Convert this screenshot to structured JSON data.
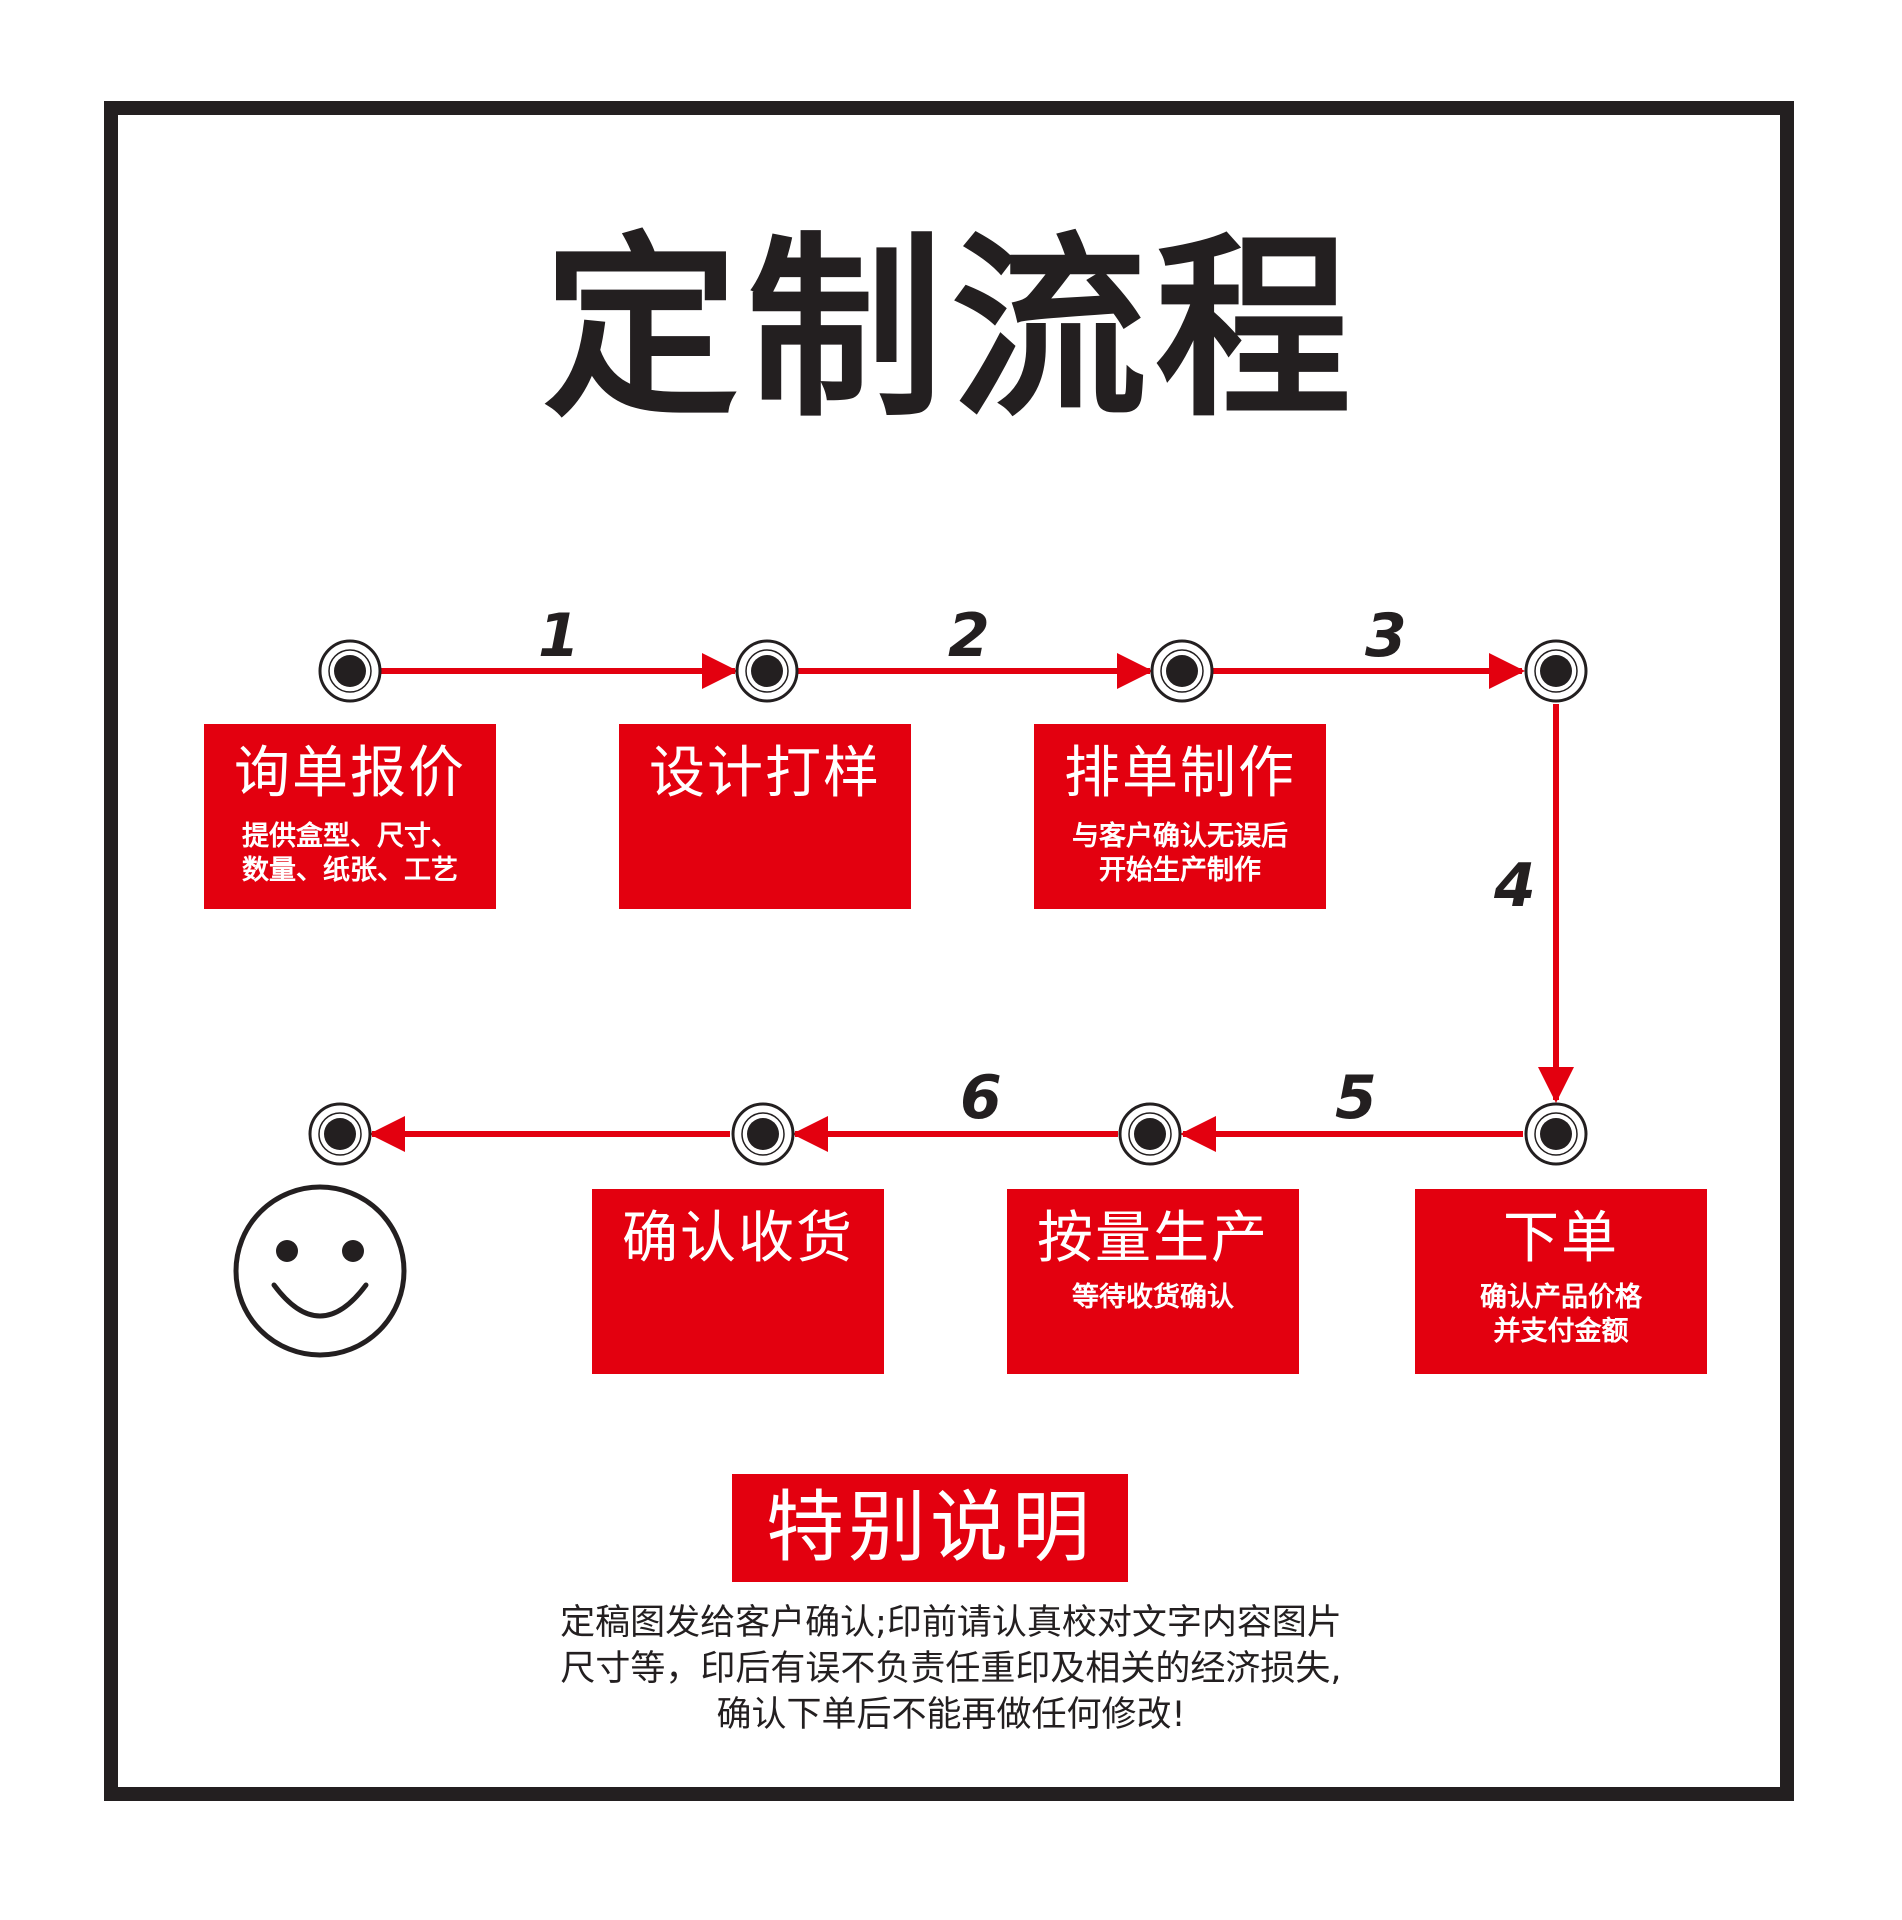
{
  "title": "定制流程",
  "steps": [
    {
      "num": "1",
      "title": "询单报价",
      "desc": "提供盒型、尺寸、\n数量、纸张、工艺"
    },
    {
      "num": "2",
      "title": "设计打样",
      "desc": ""
    },
    {
      "num": "3",
      "title": "排单制作",
      "desc": "与客户确认无误后\n开始生产制作"
    },
    {
      "num": "4",
      "title": "下单",
      "desc": "确认产品价格\n并支付金额"
    },
    {
      "num": "5",
      "title": "按量生产",
      "desc": "等待收货确认"
    },
    {
      "num": "6",
      "title": "确认收货",
      "desc": ""
    }
  ],
  "notes": {
    "heading": "特别说明",
    "lines": [
      "定稿图发给客户确认;印前请认真校对文字内容图片",
      "尺寸等，印后有误不负责任重印及相关的经济损失,",
      "确认下单后不能再做任何修改!"
    ]
  },
  "colors": {
    "accent": "#e3000f",
    "text": "#231f20",
    "background": "#ffffff"
  },
  "icons": {
    "end": "smiley-face-icon",
    "node": "target-dot-icon"
  }
}
